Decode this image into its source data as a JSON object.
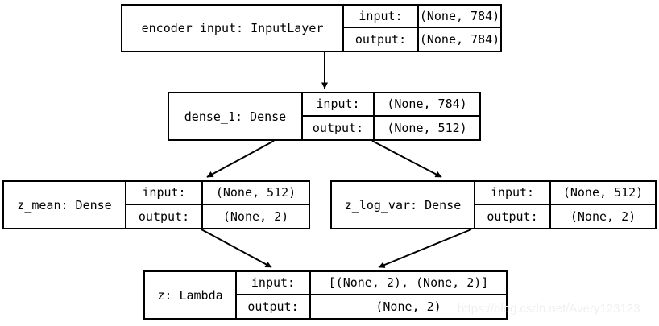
{
  "diagram": {
    "title": "Keras VAE encoder model plot",
    "type": "model-graph",
    "background_color": "#ffffff",
    "line_color": "#000000",
    "watermark": "https://blog.csdn.net/Avery123123",
    "watermark_color": "#f0f0f0",
    "io_labels": {
      "input": "input:",
      "output": "output:"
    },
    "nodes": [
      {
        "id": "encoder_input",
        "name": "encoder_input: InputLayer",
        "input_label": "input:",
        "output_label": "output:",
        "input_shape": "(None, 784)",
        "output_shape": "(None, 784)"
      },
      {
        "id": "dense_1",
        "name": "dense_1: Dense",
        "input_label": "input:",
        "output_label": "output:",
        "input_shape": "(None, 784)",
        "output_shape": "(None, 512)"
      },
      {
        "id": "z_mean",
        "name": "z_mean: Dense",
        "input_label": "input:",
        "output_label": "output:",
        "input_shape": "(None, 512)",
        "output_shape": "(None, 2)"
      },
      {
        "id": "z_log_var",
        "name": "z_log_var: Dense",
        "input_label": "input:",
        "output_label": "output:",
        "input_shape": "(None, 512)",
        "output_shape": "(None, 2)"
      },
      {
        "id": "z",
        "name": "z: Lambda",
        "input_label": "input:",
        "output_label": "output:",
        "input_shape": "[(None, 2), (None, 2)]",
        "output_shape": "(None, 2)"
      }
    ],
    "edges": [
      {
        "from": "encoder_input",
        "to": "dense_1"
      },
      {
        "from": "dense_1",
        "to": "z_mean"
      },
      {
        "from": "dense_1",
        "to": "z_log_var"
      },
      {
        "from": "z_mean",
        "to": "z"
      },
      {
        "from": "z_log_var",
        "to": "z"
      }
    ]
  }
}
